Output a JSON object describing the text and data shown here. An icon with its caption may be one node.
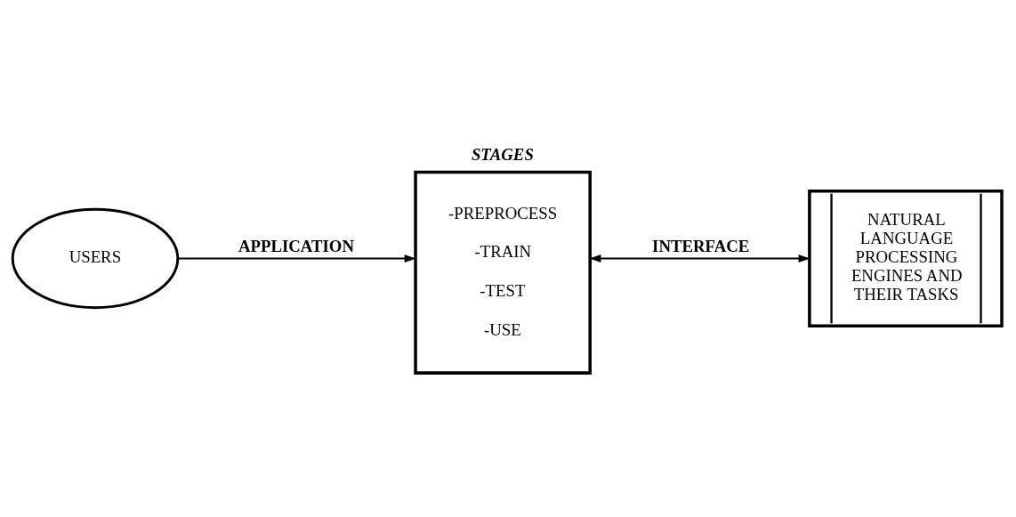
{
  "diagram": {
    "nodes": [
      {
        "text": [
          "USERS"
        ]
      },
      {
        "text": [
          "STAGES",
          "-PREPROCESS",
          "-TRAIN",
          "-TEST",
          "-USE"
        ]
      },
      {
        "text": [
          "NATURAL LANGUAGE PROCESSING ENGINES AND THEIR TASKS"
        ]
      }
    ],
    "edges": [
      {
        "from": 0,
        "to": 1,
        "arrow": "to",
        "label": "APPLICATION"
      },
      {
        "from": 1,
        "to": 2,
        "arrow": "both",
        "label": "INTERFACE"
      }
    ]
  }
}
